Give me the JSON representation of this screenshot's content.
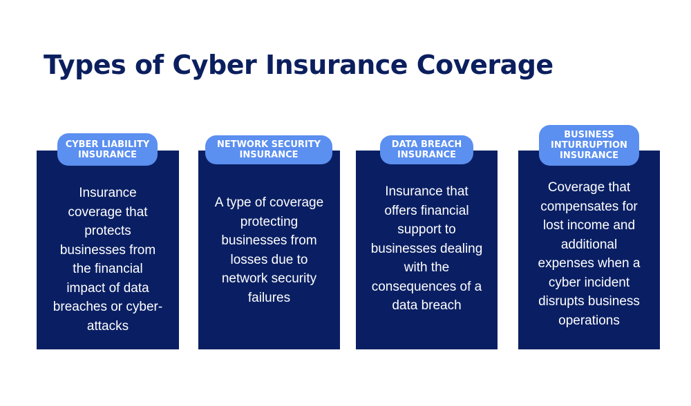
{
  "title": "Types of Cyber Insurance Coverage",
  "colors": {
    "title": "#0b1f5e",
    "card": "#0a1f63",
    "badge": "#5b8ff0"
  },
  "cards": [
    {
      "label": "CYBER LIABILITY\nINSURANCE",
      "text": "Insurance\ncoverage that\nprotects\nbusinesses from\nthe financial\nimpact of data\nbreaches or cyber-\nattacks"
    },
    {
      "label": "NETWORK SECURITY\nINSURANCE",
      "text": "A type of coverage\nprotecting\nbusinesses from\nlosses due to\nnetwork security\nfailures"
    },
    {
      "label": "DATA BREACH\nINSURANCE",
      "text": "Insurance that\noffers financial\nsupport to\nbusinesses dealing\nwith the\nconsequences of a\ndata breach"
    },
    {
      "label": "BUSINESS\nINTURRUPTION\nINSURANCE",
      "text": "Coverage that\ncompensates for\nlost income and\nadditional\nexpenses when a\ncyber incident\ndisrupts business\noperations"
    }
  ]
}
